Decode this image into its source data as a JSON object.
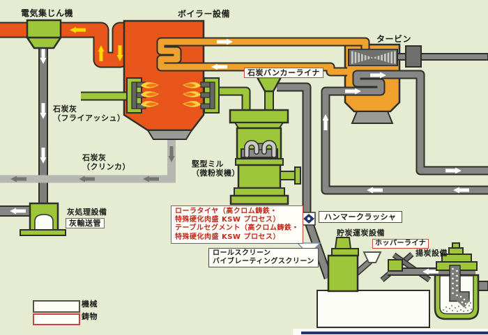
{
  "diagram": {
    "labels": {
      "precipitator": "電気集じん機",
      "boiler": "ボイラー設備",
      "turbine": "タービン",
      "fly_ash_l1": "石炭灰",
      "fly_ash_l2": "（フライアッシュ）",
      "clinker_l1": "石炭灰",
      "clinker_l2": "（クリンカ）",
      "mill_l1": "堅型ミル",
      "mill_l2": "（微粉炭機）",
      "ash_plant": "灰処理設備",
      "coal_storage": "貯炭運炭設備",
      "unloader": "揚炭設備"
    },
    "boxed_labels": {
      "coal_bunker_liner": "石炭バンカーライナ",
      "ash_pipe": "灰輸送管",
      "hammer_crusher": "ハンマークラッシャ",
      "hopper_liner": "ホッパーライナ",
      "roller_l1": "ローラタイヤ（高クロム鋳鉄・",
      "roller_l2": "特殊硬化肉盛 KSW プロセス）",
      "roller_l3": "テーブルセグメント（高クロム鋳鉄・",
      "roller_l4": "特殊硬化肉盛 KSW プロセス）",
      "screen_l1": "ロールスクリーン",
      "screen_l2": "バイブレーティングスクリーン"
    },
    "legend": {
      "machine": "機械",
      "casting": "鋳物"
    },
    "colors": {
      "background": "#e5ecd2",
      "machine_green": "#9dc63a",
      "boiler_red": "#e8561c",
      "steam_amber": "#f0a02c",
      "pipe_gray": "#868684",
      "clinker_light_gray": "#b7b7b2",
      "base_gray": "#9a9a98",
      "dark_gray": "#6f6f6d",
      "outline": "#2e2e2a",
      "flame_yellow": "#ffd23c",
      "flame_orange": "#f07818",
      "duct_arrow_yellow": "#ffd800",
      "casting_border_red": "#c8453c",
      "diamond_navy": "#21366e"
    }
  }
}
